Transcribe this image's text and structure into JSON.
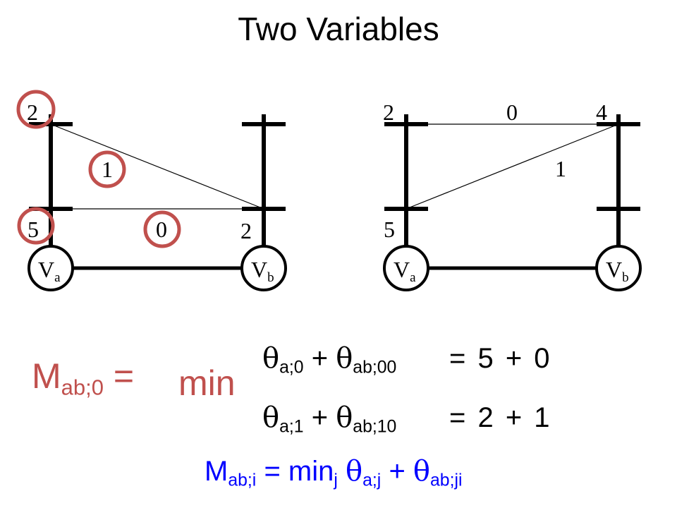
{
  "title": "Two Variables",
  "left_graph": {
    "labels": {
      "va_top": "2",
      "va_bottom": "5",
      "edge_diag": "1",
      "edge_bottom": "0",
      "vb_bottom": "2"
    },
    "nodes": {
      "a": {
        "main": "V",
        "sub": "a"
      },
      "b": {
        "main": "V",
        "sub": "b"
      }
    }
  },
  "right_graph": {
    "labels": {
      "va_top": "2",
      "edge_top": "0",
      "vb_top": "4",
      "edge_diag": "1",
      "va_bottom": "5"
    },
    "nodes": {
      "a": {
        "main": "V",
        "sub": "a"
      },
      "b": {
        "main": "V",
        "sub": "b"
      }
    }
  },
  "colors": {
    "highlight_circle": "#c0504d",
    "message_red": "#c0504d",
    "formula_blue": "#0000ff"
  },
  "formula": {
    "message": {
      "main": "M",
      "sub": "ab;0",
      "equals": "="
    },
    "min_word": "min",
    "line1": {
      "theta1_sub": "a;0",
      "plus": "+",
      "theta2_sub": "ab;00",
      "result": "= 5 + 0"
    },
    "line2": {
      "theta1_sub": "a;1",
      "plus": "+",
      "theta2_sub": "ab;10",
      "result": "= 2 + 1"
    },
    "general": {
      "m_sub": "ab;i",
      "equals_min": "= min",
      "min_sub": "j",
      "theta1_sub": "a;j",
      "plus": "+",
      "theta2_sub": "ab;ji"
    },
    "theta_symbol": "θ"
  }
}
